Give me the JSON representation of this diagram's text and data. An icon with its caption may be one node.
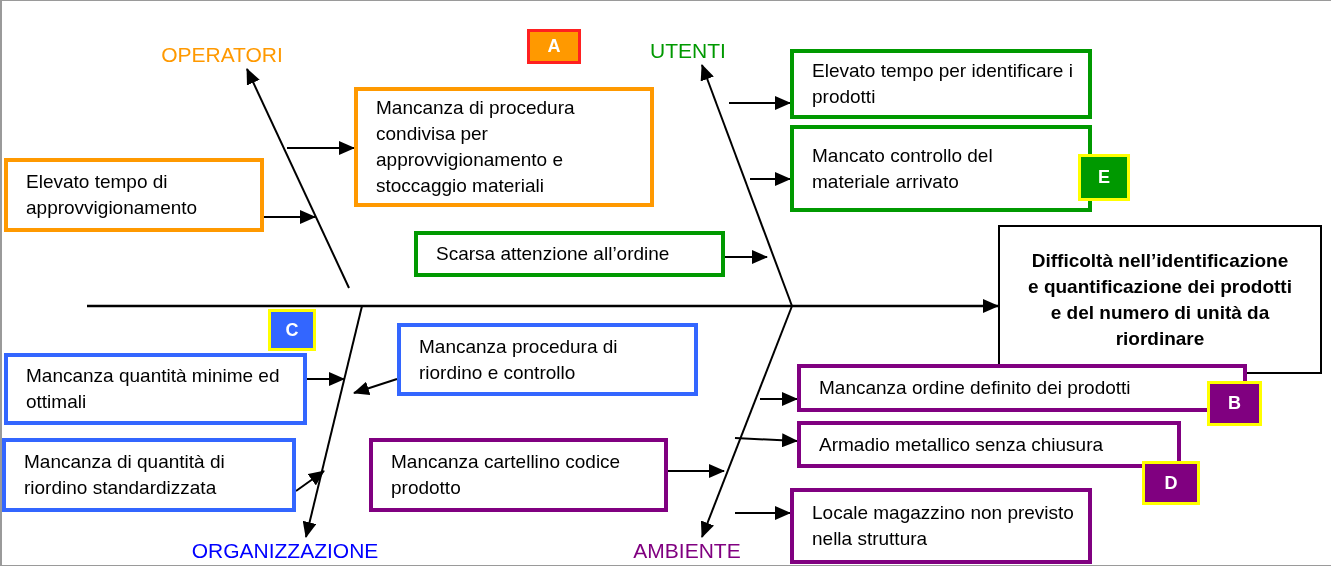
{
  "diagram": {
    "nodes": [
      {
        "text": [
          "OPERATORI"
        ]
      },
      {
        "text": [
          "A"
        ]
      },
      {
        "text": [
          "UTENTI"
        ]
      },
      {
        "text": [
          "Elevato tempo per identificare i prodotti"
        ]
      },
      {
        "text": [
          "Mancanza di procedura condivisa per approvvigionamento e stoccaggio materiali"
        ]
      },
      {
        "text": [
          "Mancato controllo del materiale arrivato"
        ]
      },
      {
        "text": [
          "E"
        ]
      },
      {
        "text": [
          "Elevato tempo di approvvigionamento"
        ]
      },
      {
        "text": [
          "Scarsa attenzione all’ordine"
        ]
      },
      {
        "text": [
          "Difficoltà nell’identificazione e quantificazione dei prodotti e del numero di unità da riordinare"
        ]
      },
      {
        "text": [
          "C"
        ]
      },
      {
        "text": [
          "Mancanza quantità minime ed ottimali"
        ]
      },
      {
        "text": [
          "Mancanza procedura di riordino e controllo"
        ]
      },
      {
        "text": [
          "Mancanza ordine definito dei prodotti"
        ]
      },
      {
        "text": [
          "B"
        ]
      },
      {
        "text": [
          "Mancanza di quantità di riordino standardizzata"
        ]
      },
      {
        "text": [
          "Mancanza cartellino codice prodotto"
        ]
      },
      {
        "text": [
          "Armadio metallico senza chiusura"
        ]
      },
      {
        "text": [
          "D"
        ]
      },
      {
        "text": [
          "Locale magazzino non previsto nella struttura"
        ]
      },
      {
        "text": [
          "ORGANIZZAZIONE"
        ]
      },
      {
        "text": [
          "AMBIENTE"
        ]
      }
    ],
    "edges": [
      {
        "from": null,
        "to": 9,
        "arrow": "to"
      },
      {
        "from": null,
        "to": 0,
        "arrow": "to"
      },
      {
        "from": null,
        "to": 2,
        "arrow": "to"
      },
      {
        "from": null,
        "to": 20,
        "arrow": "to"
      },
      {
        "from": null,
        "to": 21,
        "arrow": "to"
      },
      {
        "from": null,
        "to": 4,
        "arrow": "to"
      },
      {
        "from": 7,
        "to": null,
        "arrow": "to"
      },
      {
        "from": 8,
        "to": null,
        "arrow": "to"
      },
      {
        "from": null,
        "to": 3,
        "arrow": "to"
      },
      {
        "from": null,
        "to": 5,
        "arrow": "to"
      },
      {
        "from": 11,
        "to": null,
        "arrow": "to"
      },
      {
        "from": 12,
        "to": null,
        "arrow": "to"
      },
      {
        "from": 15,
        "to": null,
        "arrow": "to"
      },
      {
        "from": 16,
        "to": null,
        "arrow": "to"
      },
      {
        "from": null,
        "to": 13,
        "arrow": "to"
      },
      {
        "from": null,
        "to": 17,
        "arrow": "to"
      },
      {
        "from": null,
        "to": 19,
        "arrow": "to"
      }
    ]
  }
}
